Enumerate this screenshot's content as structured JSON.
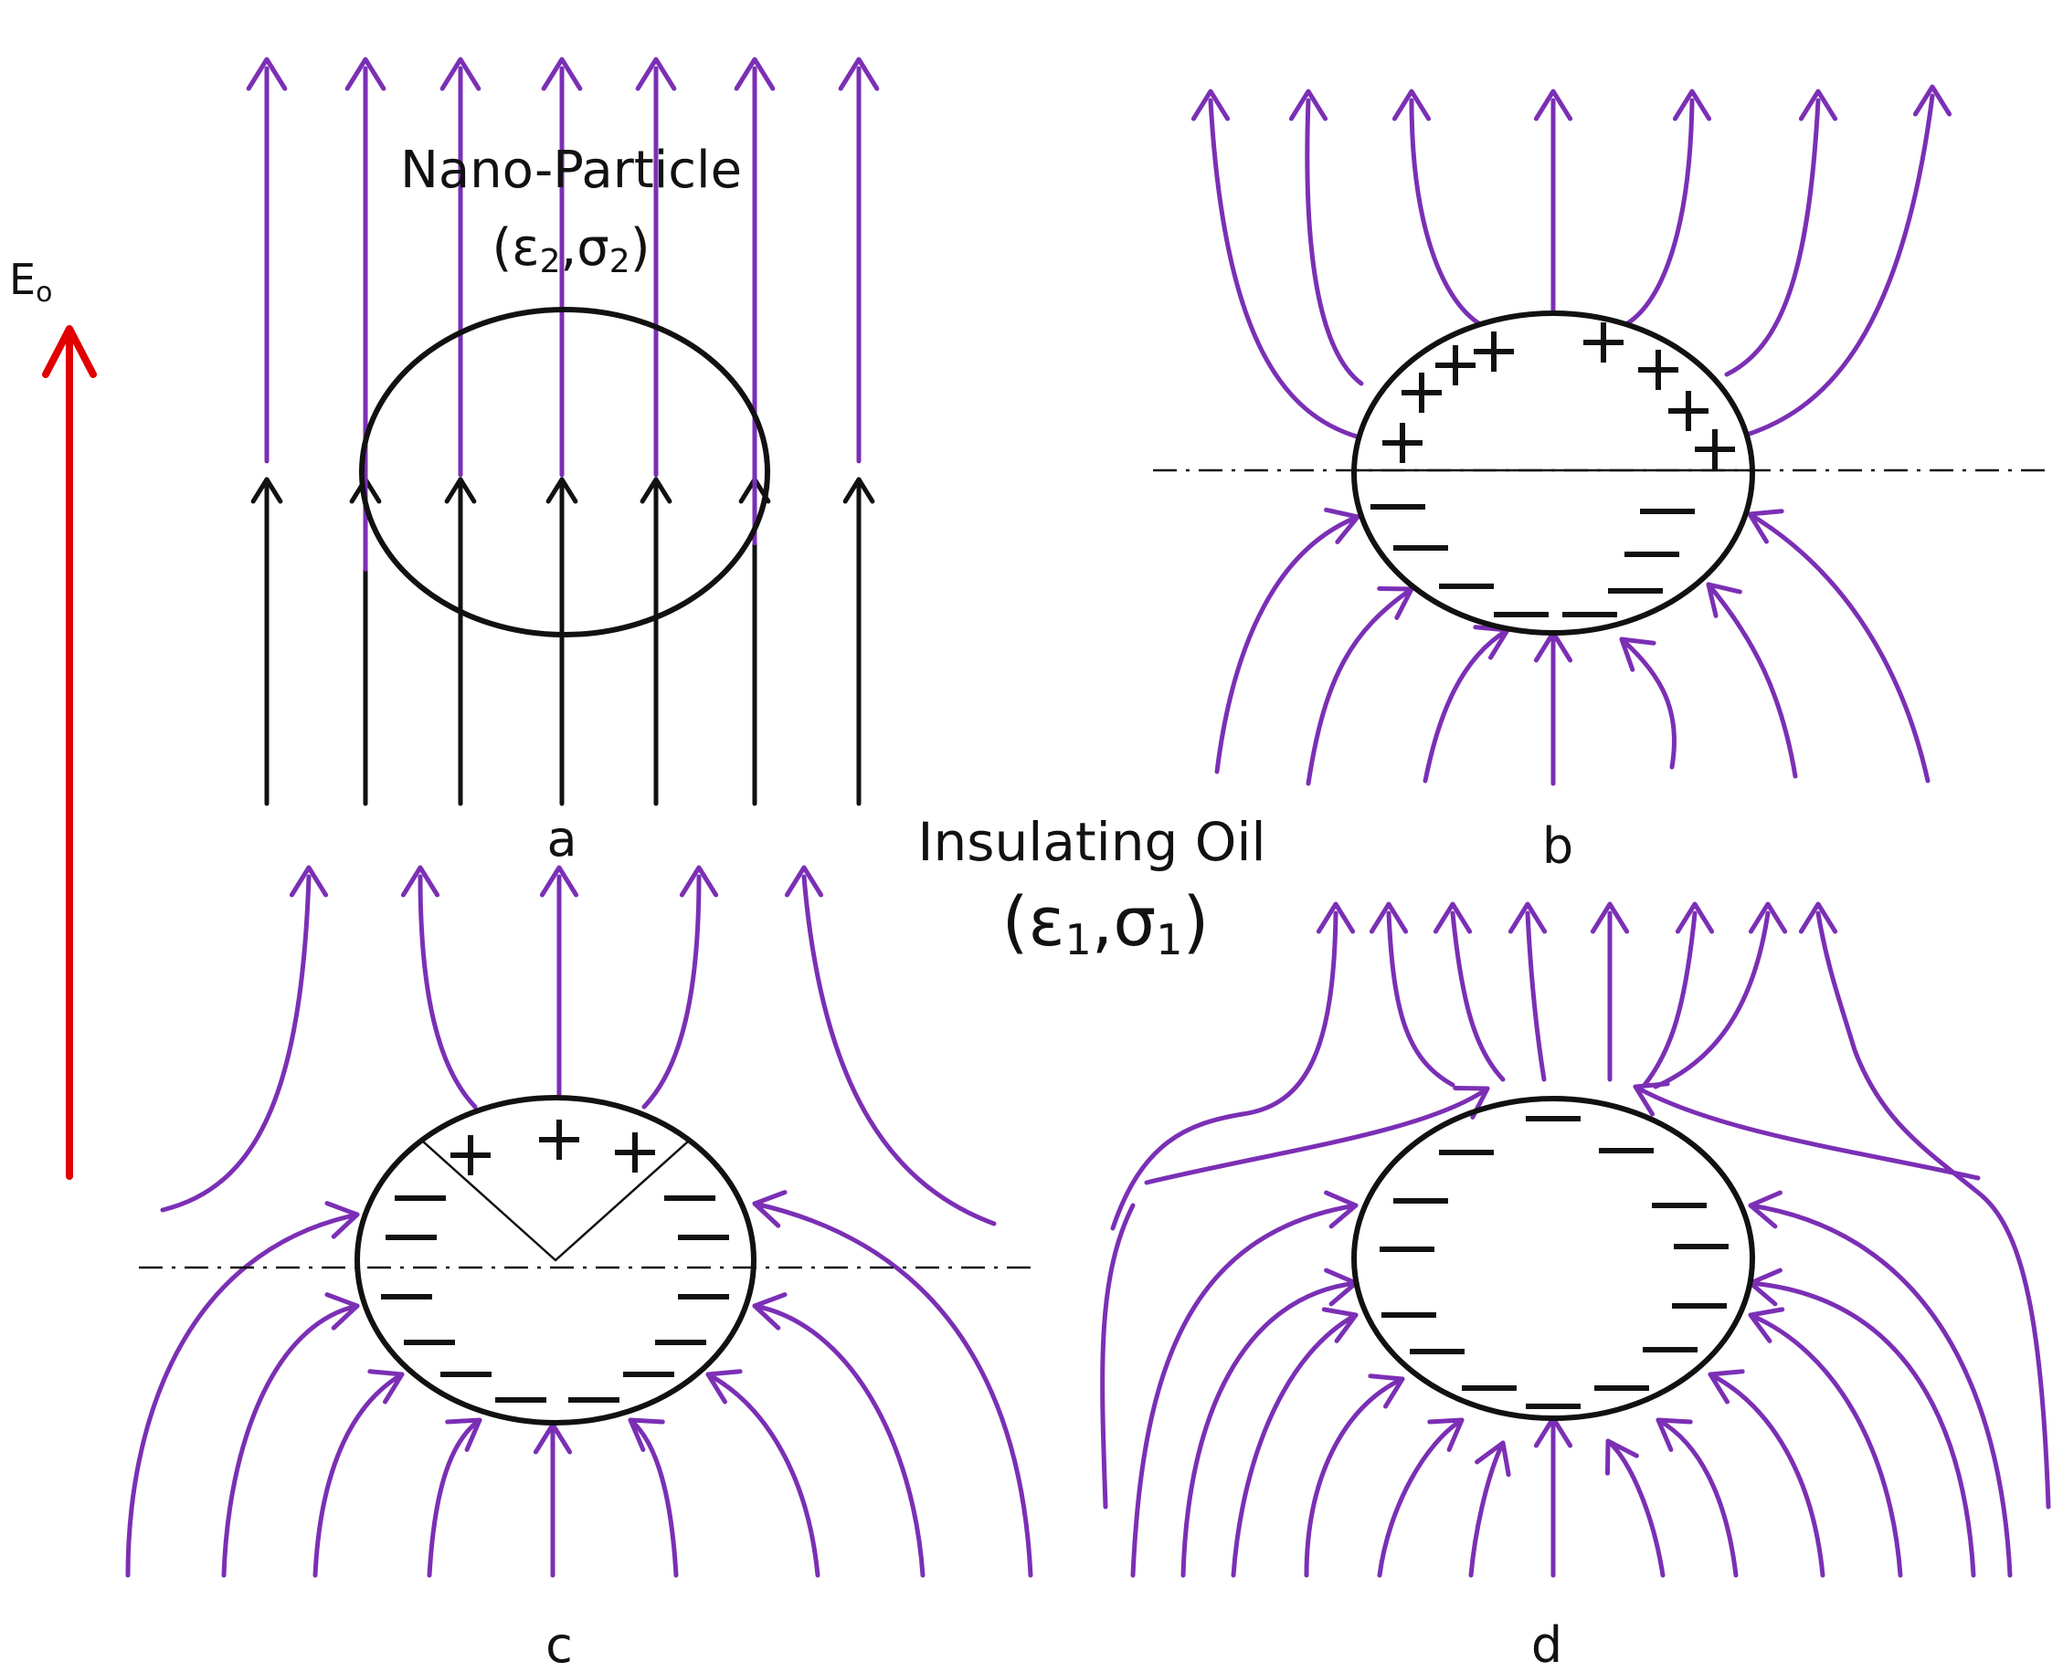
{
  "field_label": "E",
  "field_label_sub": "o",
  "panels": {
    "a": "a",
    "b": "b",
    "c": "c",
    "d": "d"
  },
  "particle": {
    "name": "Nano-Particle",
    "eps": "ε",
    "eps_sub": "2",
    "sigma": "σ",
    "sigma_sub": "2"
  },
  "medium": {
    "name": "Insulating Oil",
    "eps": "ε",
    "eps_sub": "1",
    "sigma": "σ",
    "sigma_sub": "1"
  },
  "colors": {
    "field_line": "#7b2fb5",
    "applied_field_arrow": "#e00000",
    "outline": "#111111"
  },
  "symbols": {
    "positive": "+",
    "negative": "−"
  }
}
